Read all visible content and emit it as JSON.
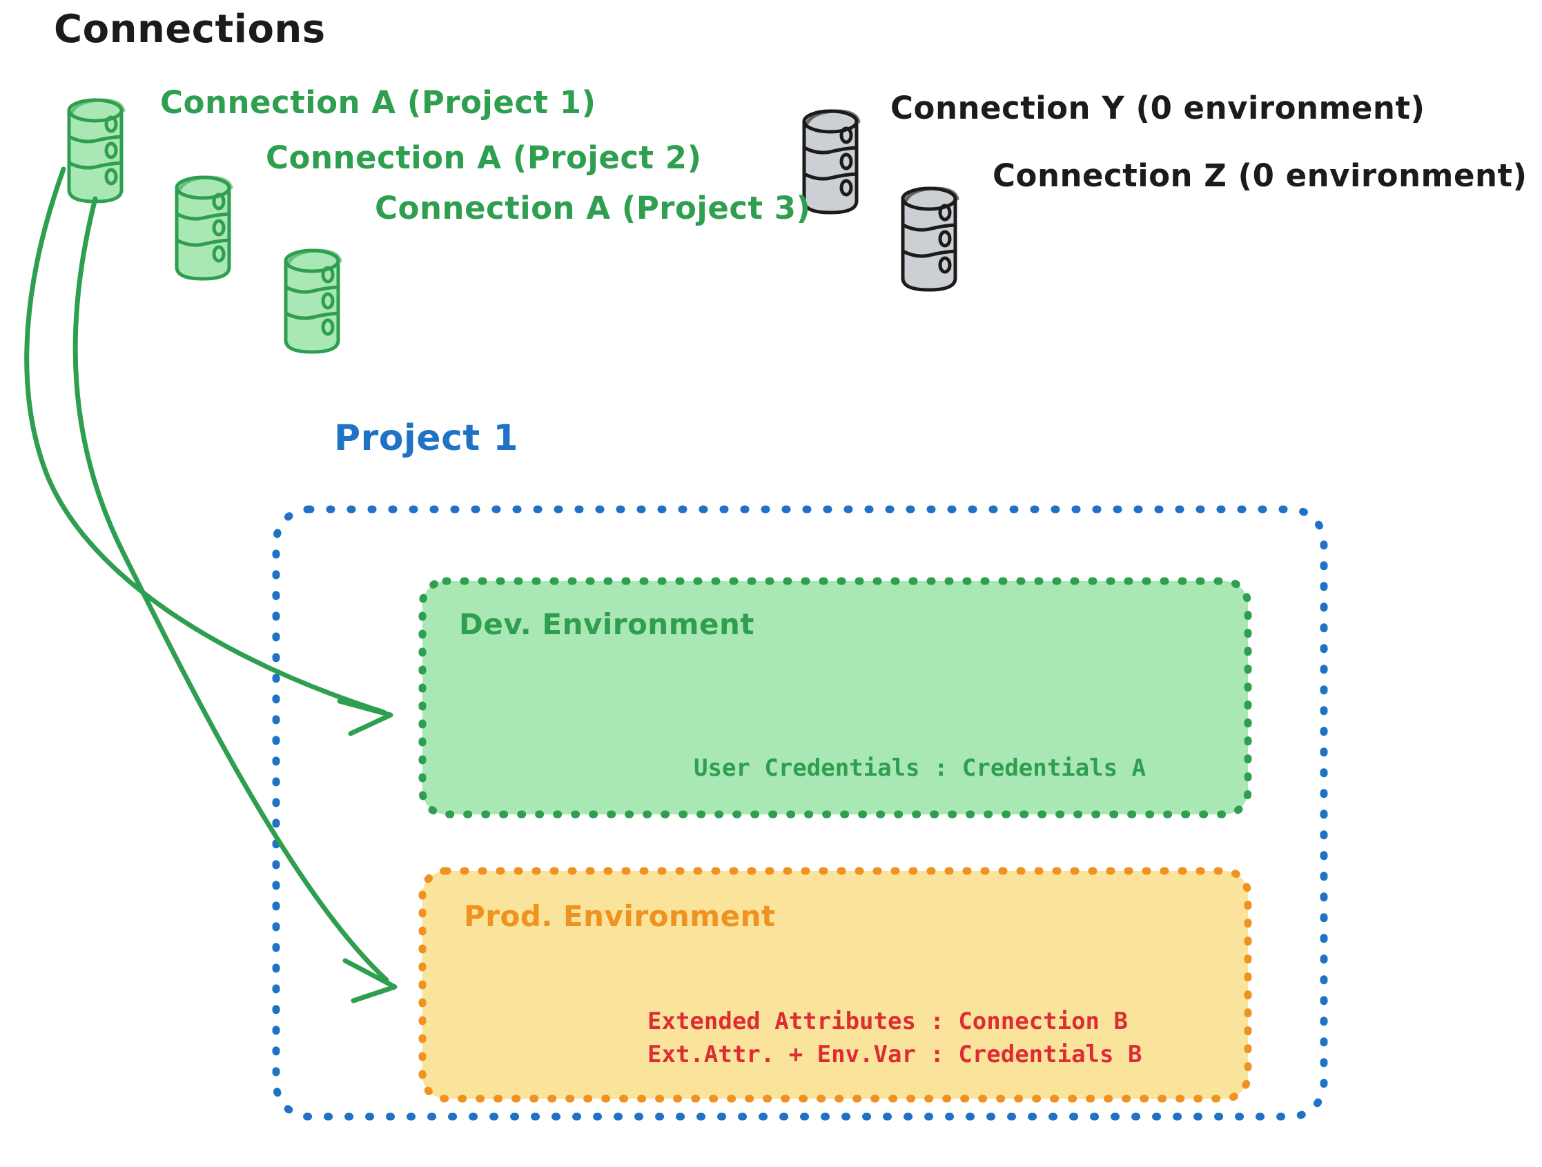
{
  "diagram": {
    "title": "Connections",
    "project_title": "Project 1",
    "colors": {
      "green_stroke": "#2e9e4f",
      "green_fill": "#a9e7b5",
      "gray_fill": "#ccd0d5",
      "gray_stroke": "#1b1b1b",
      "blue": "#1f72c4",
      "orange": "#f0921f",
      "orange_fill": "#fae39b",
      "red": "#de2c35",
      "black": "#1b1b1b",
      "background": "#ffffff"
    }
  },
  "connections": {
    "green": [
      {
        "label": "Connection A (Project 1)",
        "icon": "database-cylinder-icon"
      },
      {
        "label": "Connection A (Project 2)",
        "icon": "database-cylinder-icon"
      },
      {
        "label": "Connection A (Project 3)",
        "icon": "database-cylinder-icon"
      }
    ],
    "gray": [
      {
        "label": "Connection Y (0 environment)",
        "icon": "database-cylinder-icon"
      },
      {
        "label": "Connection Z (0 environment)",
        "icon": "database-cylinder-icon"
      }
    ]
  },
  "project": {
    "title": "Project 1",
    "environments": [
      {
        "name": "Dev. Environment",
        "accent": "#2e9e4f",
        "fill": "#a9e7b5",
        "lines": [
          "User Credentials : Credentials A"
        ]
      },
      {
        "name": "Prod. Environment",
        "accent": "#f0921f",
        "fill": "#fae39b",
        "lines": [
          "Extended Attributes : Connection B",
          "Ext.Attr. + Env.Var : Credentials B"
        ]
      }
    ]
  },
  "arrows": [
    {
      "from": "Connection A (Project 1)",
      "to": "Dev. Environment"
    },
    {
      "from": "Connection A (Project 1)",
      "to": "Prod. Environment"
    }
  ]
}
